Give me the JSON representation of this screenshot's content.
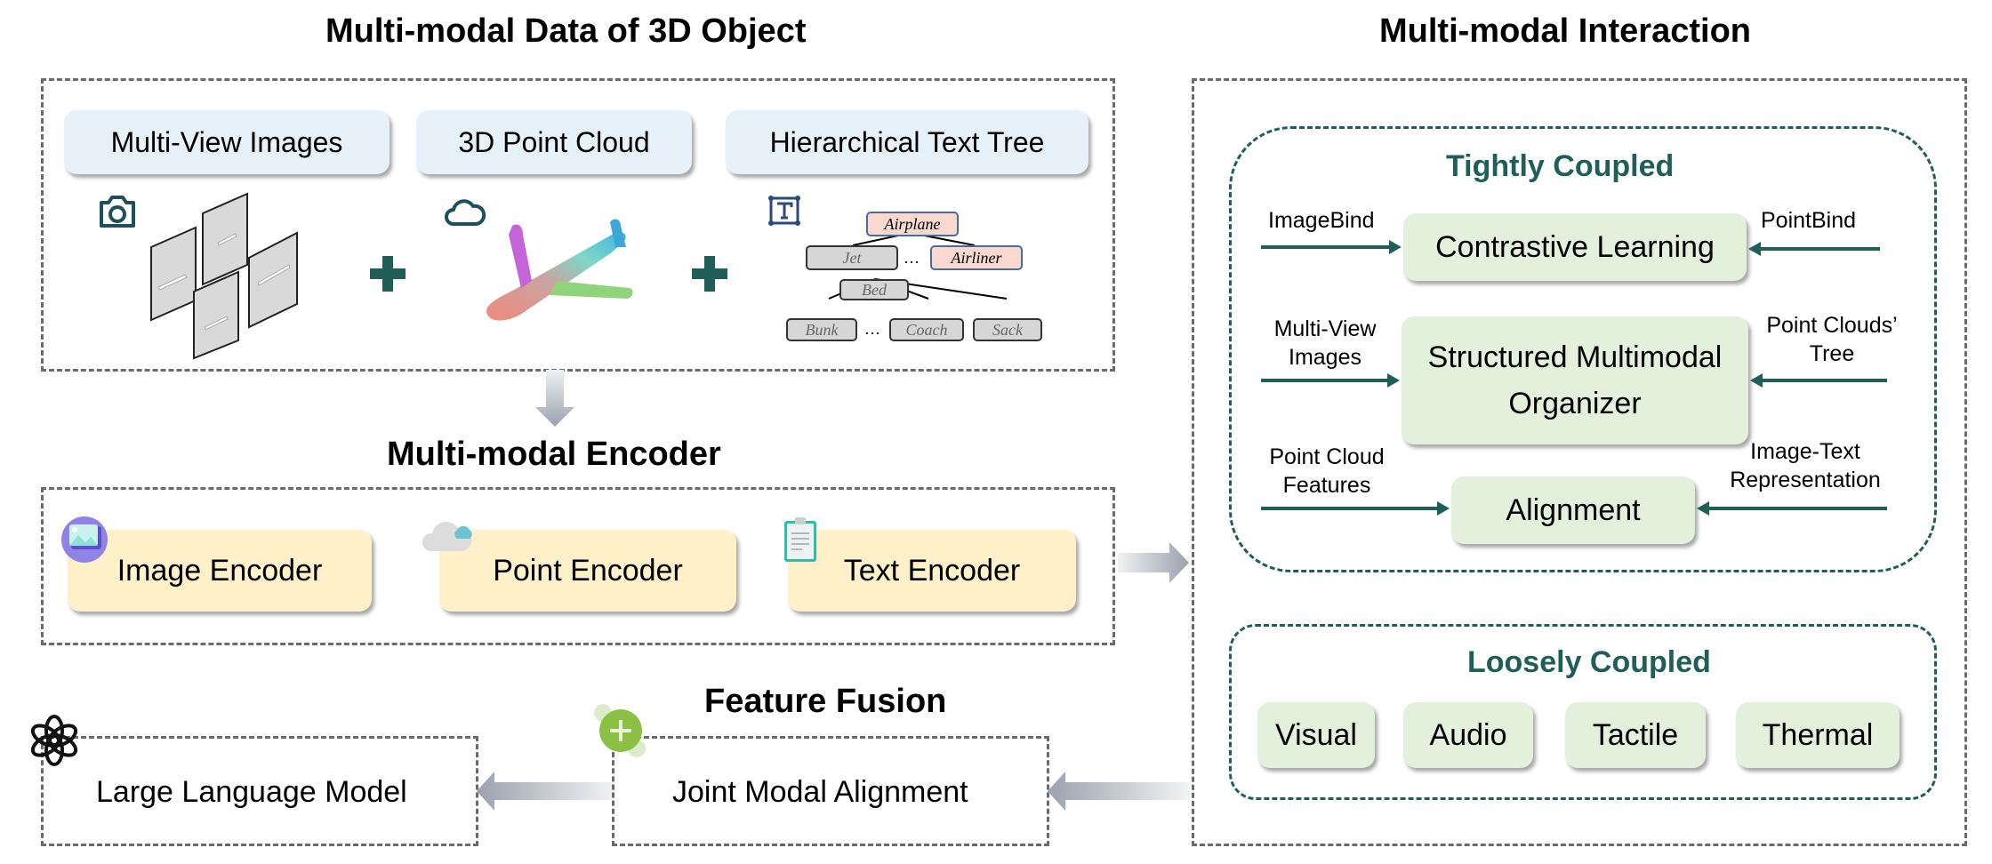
{
  "titles": {
    "data": "Multi-modal Data of 3D Object",
    "encoder": "Multi-modal Encoder",
    "fusion": "Feature Fusion",
    "interaction": "Multi-modal Interaction"
  },
  "data_section": {
    "items": [
      {
        "label": "Multi-View Images",
        "icon": "camera-icon",
        "visual": "multi-view-airplane-images"
      },
      {
        "label": "3D Point Cloud",
        "icon": "cloud-icon",
        "visual": "airplane-point-cloud"
      },
      {
        "label": "Hierarchical Text Tree",
        "icon": "text-box-icon",
        "visual": "text-tree"
      }
    ],
    "plus_symbol": "+",
    "tree": {
      "root": "Airplane",
      "level1": [
        "Jet",
        "…",
        "Airliner"
      ],
      "mid": "Bed",
      "level2": [
        "Bunk",
        "…",
        "Coach",
        "Sack"
      ]
    }
  },
  "encoder_section": {
    "items": [
      {
        "label": "Image Encoder",
        "icon": "image-icon"
      },
      {
        "label": "Point Encoder",
        "icon": "cloud-icon"
      },
      {
        "label": "Text Encoder",
        "icon": "clipboard-icon"
      }
    ]
  },
  "fusion_section": {
    "llm_label": "Large Language Model",
    "joint_label": "Joint Modal Alignment"
  },
  "interaction": {
    "tight": {
      "title": "Tightly Coupled",
      "rows": [
        {
          "center": "Contrastive Learning",
          "left": "ImageBind",
          "right": "PointBind"
        },
        {
          "center": "Structured Multimodal Organizer",
          "left": "Multi-View Images",
          "right": "Point Clouds’ Tree"
        },
        {
          "center": "Alignment",
          "left": "Point Cloud Features",
          "right": "Image-Text Representation"
        }
      ]
    },
    "loose": {
      "title": "Loosely Coupled",
      "items": [
        "Visual",
        "Audio",
        "Tactile",
        "Thermal"
      ]
    }
  },
  "colors": {
    "teal": "#1f5f58",
    "data_pill": "#e6f1f9",
    "encoder_pill": "#fef0c9",
    "interaction_pill": "#e3f0dc",
    "arrow_gray": "#9aa2ae",
    "fusion_green": "#8cc045"
  }
}
